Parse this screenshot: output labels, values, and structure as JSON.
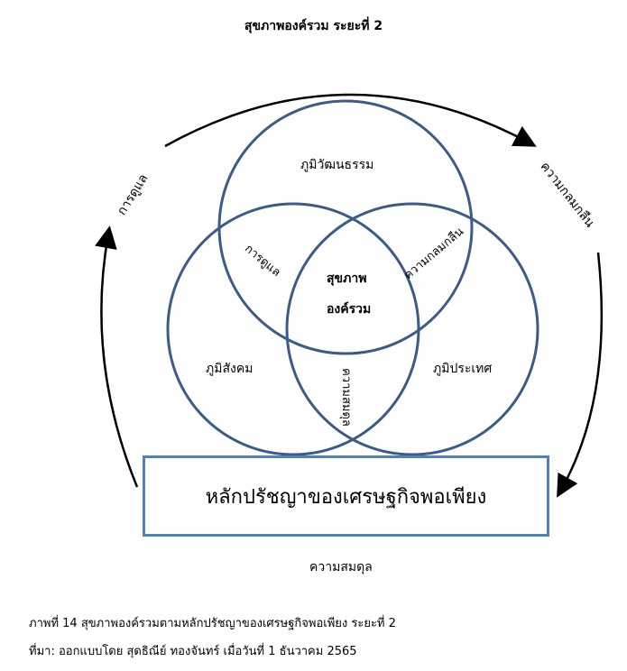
{
  "title": "สุขภาพองค์รวม ระยะที่ 2",
  "circles": {
    "top": "ภูมิวัฒนธรรม",
    "left": "ภูมิสังคม",
    "right": "ภูมิประเทศ"
  },
  "overlaps": {
    "top_left": "การดูแล",
    "top_right": "ความกลมกลืน",
    "left_right": "ความสมดุล",
    "center_line1": "สุขภาพ",
    "center_line2": "องค์รวม"
  },
  "cycle": {
    "left": "การดูแล",
    "right": "ความกลมกลืน",
    "bottom": "ความสมดุล"
  },
  "foundation": "หลักปรัชญาของเศรษฐกิจพอเพียง",
  "caption": "ภาพที่ 14 สุขภาพองค์รวมตามหลักปรัชญาของเศรษฐกิจพอเพียง ระยะที่ 2",
  "source": "ที่มา: ออกแบบโดย สุดธิณีย์ ทองจันทร์ เมื่อวันที่ 1 ธันวาคม 2565",
  "colors": {
    "circle": "#3c5a8a",
    "box": "#4f81bd"
  }
}
